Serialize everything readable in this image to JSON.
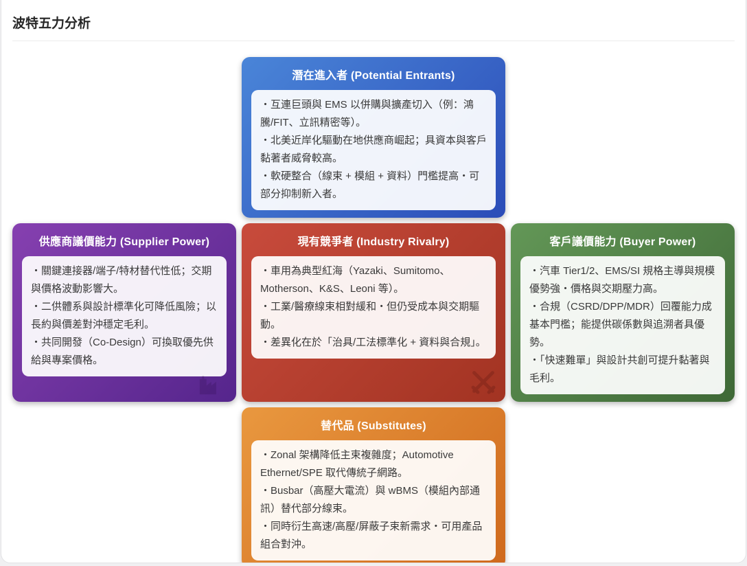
{
  "page": {
    "title": "波特五力分析"
  },
  "forces": {
    "potential_entrants": {
      "title": "潛在進入者 (Potential Entrants)",
      "color_from": "#4a85d8",
      "color_to": "#2b4cb8",
      "bullets": [
        "・互連巨頭與 EMS 以併購與擴產切入（例：鴻騰/FIT、立訊精密等）。",
        "・北美近岸化驅動在地供應商崛起；具資本與客戶黏著者威脅較高。",
        "・軟硬整合（線束 + 模組 + 資料）門檻提高・可部分抑制新入者。"
      ]
    },
    "supplier_power": {
      "title": "供應商議價能力 (Supplier Power)",
      "color_from": "#8640b0",
      "color_to": "#55258c",
      "watermark_icon": "factory-icon",
      "bullets": [
        "・關鍵連接器/端子/特材替代性低；交期與價格波動影響大。",
        "・二供體系與設計標準化可降低風險；以長約與價差對沖穩定毛利。",
        "・共同開發（Co-Design）可換取優先供給與專案價格。"
      ]
    },
    "industry_rivalry": {
      "title": "現有競爭者 (Industry Rivalry)",
      "color_from": "#c84b3c",
      "color_to": "#a23322",
      "watermark_icon": "crossed-swords-icon",
      "bullets": [
        "・車用為典型紅海（Yazaki、Sumitomo、Motherson、K&S、Leoni 等）。",
        "・工業/醫療線束相對緩和・但仍受成本與交期驅動。",
        "・差異化在於「治具/工法標準化 + 資料與合規」。"
      ]
    },
    "buyer_power": {
      "title": "客戶議價能力 (Buyer Power)",
      "color_from": "#639757",
      "color_to": "#3e6836",
      "bullets": [
        "・汽車 Tier1/2、EMS/SI 規格主導與規模優勢強・價格與交期壓力高。",
        "・合規（CSRD/DPP/MDR）回覆能力成基本門檻；能提供碳係數與追溯者具優勢。",
        "・「快速難單」與設計共創可提升黏著與毛利。"
      ]
    },
    "substitutes": {
      "title": "替代品 (Substitutes)",
      "color_from": "#e9983f",
      "color_to": "#cf691d",
      "bullets": [
        "・Zonal 架構降低主束複雜度；Automotive Ethernet/SPE 取代傳統子網路。",
        "・Busbar（高壓大電流）與 wBMS（模組內部通訊）替代部分線束。",
        "・同時衍生高速/高壓/屏蔽子束新需求・可用產品組合對沖。"
      ]
    }
  }
}
